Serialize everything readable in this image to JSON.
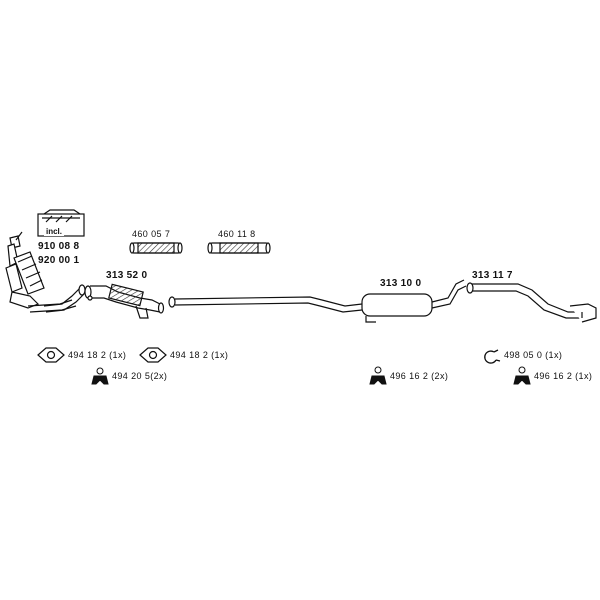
{
  "kit": {
    "incl_label": "incl.",
    "part_a": "910 08 8",
    "part_b": "920 00 1"
  },
  "parts": {
    "front_pipe": "313 52 0",
    "flex_pipe_1": "460 05 7",
    "flex_pipe_2": "460 11 8",
    "middle_silencer": "313 10 0",
    "rear_pipe": "313 11 7"
  },
  "accessories": {
    "gasket_1": "494 18 2",
    "gasket_1_qty": "(1x)",
    "gasket_2": "494 18 2",
    "gasket_2_qty": "(1x)",
    "rubber_mount_1": "494 20 5",
    "rubber_mount_1_qty": "(2x)",
    "rubber_mount_2": "496 16 2",
    "rubber_mount_2_qty": "(2x)",
    "ring_clamp": "498 05 0",
    "ring_clamp_qty": "(1x)",
    "rubber_mount_3": "496 16 2",
    "rubber_mount_3_qty": "(1x)"
  },
  "colors": {
    "line": "#111111",
    "fill": "#ffffff",
    "hatch": "#555555"
  }
}
